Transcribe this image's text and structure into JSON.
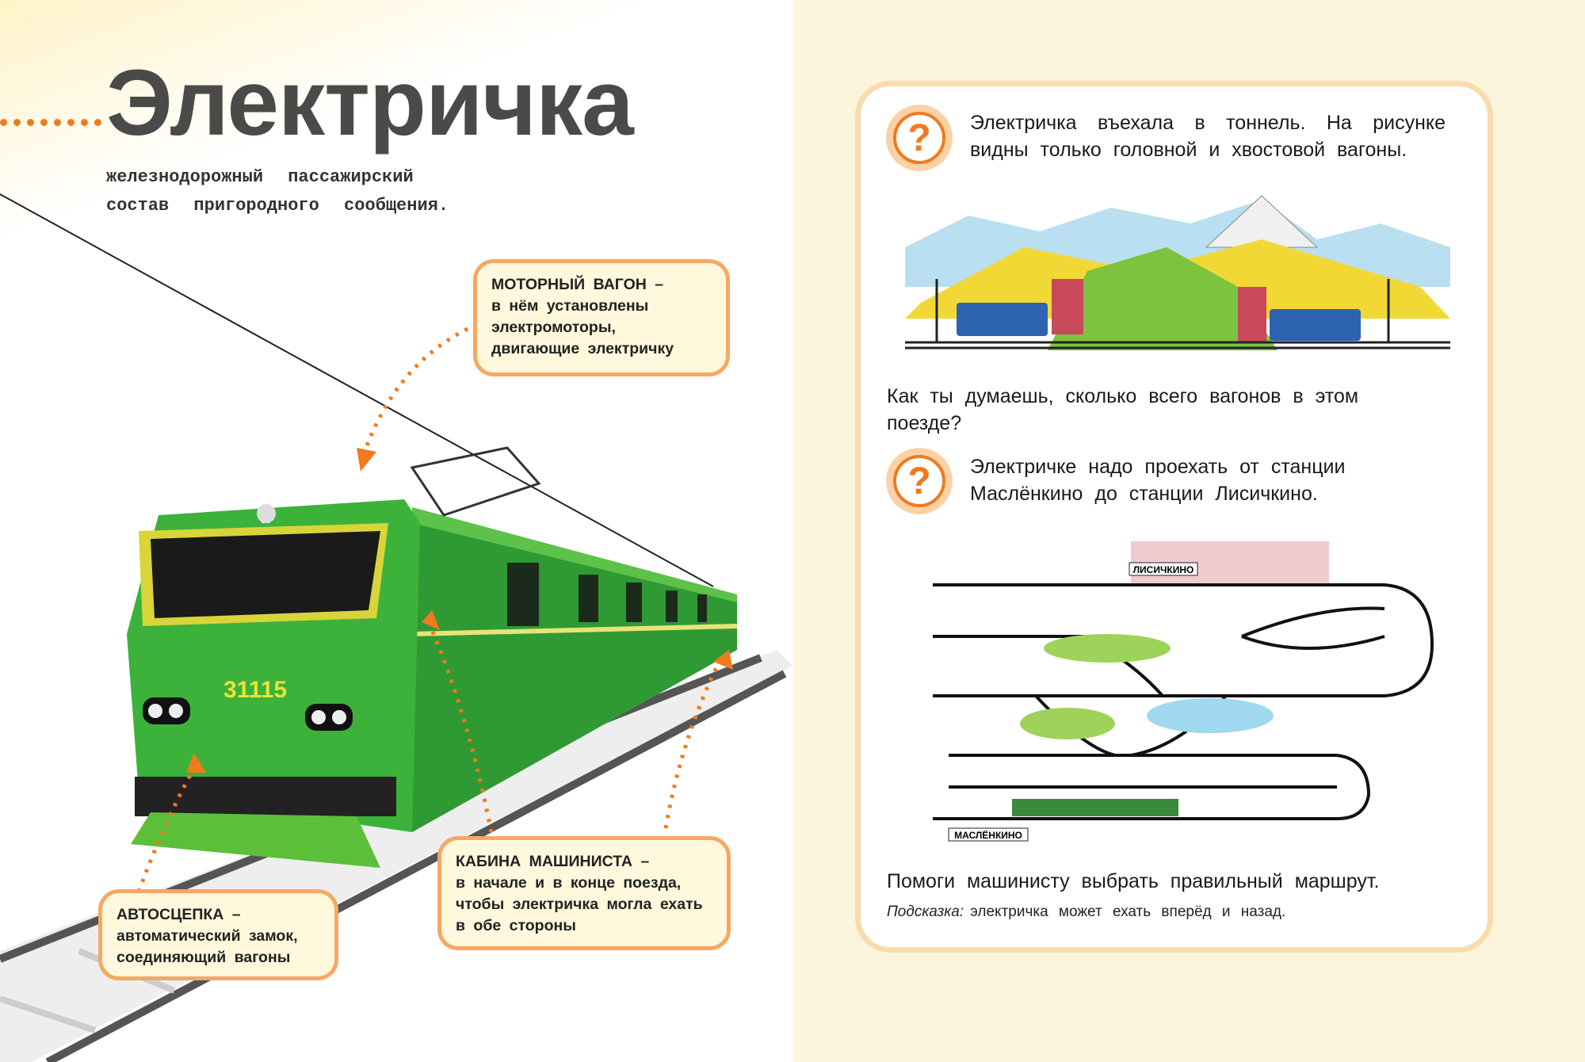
{
  "title": "Электричка",
  "subtitle": {
    "line1": "железнодорожный пассажирский",
    "line2": "состав пригородного сообщения."
  },
  "train_number": "31115",
  "callouts": {
    "motor": {
      "head": "МОТОРНЫЙ ВАГОН –",
      "body": "в нём установлены электромоторы, двигающие электричку"
    },
    "cabin": {
      "head": "КАБИНА МАШИНИСТА –",
      "body": "в начале и в конце поезда, чтобы электричка могла ехать в обе стороны"
    },
    "coupler": {
      "head": "АВТОСЦЕПКА –",
      "body": "автоматический замок, соединяющий вагоны"
    }
  },
  "tasks": {
    "q_mark": "?",
    "q1": "Электричка въехала в тоннель. На рисунке видны только головной и хвостовой вагоны.",
    "q1_question": "Как ты думаешь, сколько всего вагонов в этом поезде?",
    "q2": "Электричке надо проехать от станции Маслёнкино до станции Лисичкино.",
    "station_top": "ЛИСИЧКИНО",
    "station_bottom": "МАСЛЁНКИНО",
    "q2_question": "Помоги машинисту выбрать правильный маршрут.",
    "hint_label": "Подсказка:",
    "hint": "электричка может ехать вперёд и назад."
  },
  "colors": {
    "accent": "#f07a1e",
    "train": "#3dae3a",
    "card_border": "#f9dcad"
  }
}
